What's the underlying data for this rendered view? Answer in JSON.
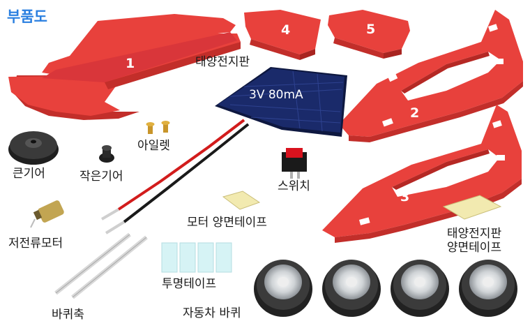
{
  "title": "부품도",
  "parts": {
    "piece_1": "1",
    "piece_2": "2",
    "piece_3": "3",
    "piece_4": "4",
    "piece_5": "5",
    "solar_panel": "태양전지판",
    "solar_spec": "3V 80mA",
    "eyelet": "아일렛",
    "large_gear": "큰기어",
    "small_gear": "작은기어",
    "switch": "스위치",
    "motor": "저전류모터",
    "motor_tape": "모터 양면테이프",
    "solar_tape_line1": "태양전지판",
    "solar_tape_line2": "양면테이프",
    "axle": "바퀴축",
    "clear_tape": "투명테이프",
    "wheels": "자동차 바퀴"
  },
  "colors": {
    "part_red": "#e8413c",
    "part_red_dark": "#c22e2a",
    "title_blue": "#2a7fe0",
    "panel_blue": "#1a2a6a",
    "tape_yellow": "#f2eab0",
    "clear_tape": "#d6f3f5"
  }
}
